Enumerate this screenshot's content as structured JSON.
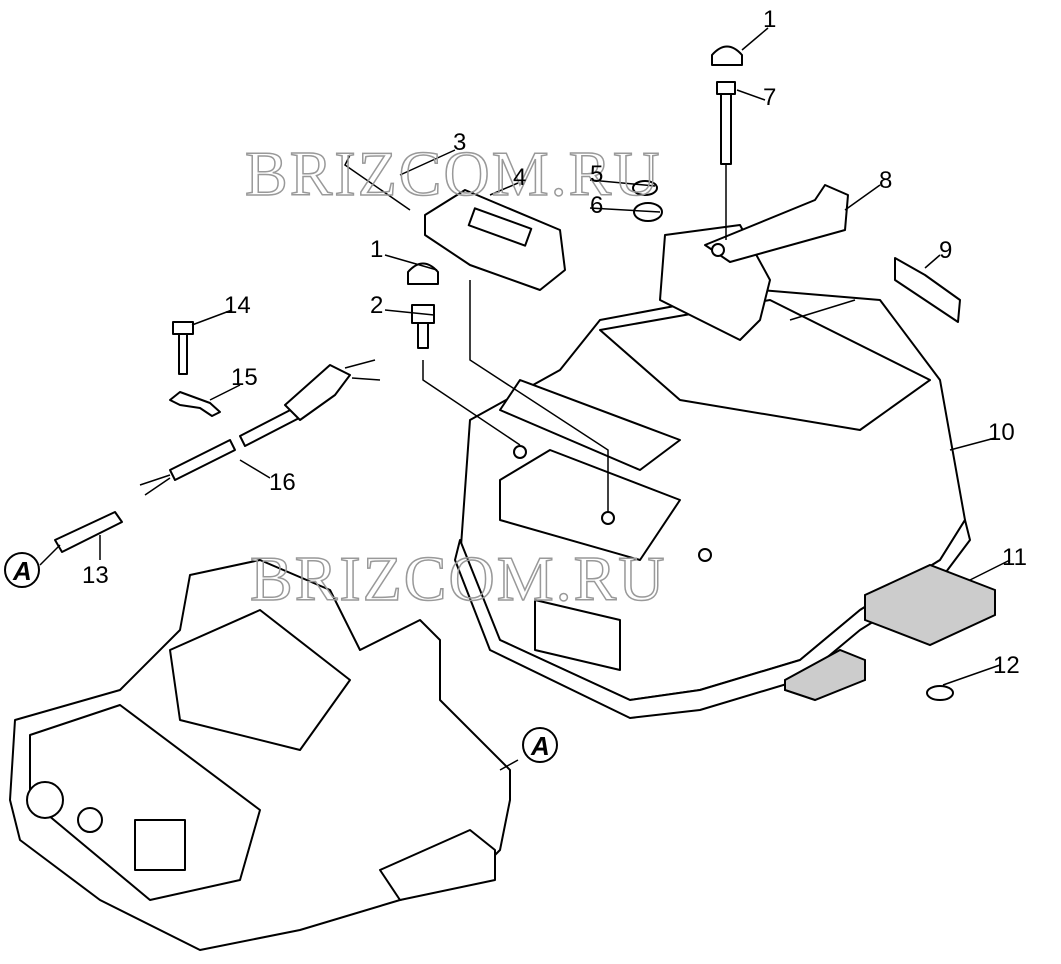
{
  "watermark": "BRIZCOM.RU",
  "callouts": {
    "c1_top": "1",
    "c7": "7",
    "c3": "3",
    "c4": "4",
    "c5": "5",
    "c6": "6",
    "c8": "8",
    "c9": "9",
    "c1_mid": "1",
    "c2": "2",
    "c14": "14",
    "c15": "15",
    "c10": "10",
    "c16": "16",
    "c11": "11",
    "c13": "13",
    "c12": "12",
    "ref_a1": "A",
    "ref_a2": "A"
  }
}
